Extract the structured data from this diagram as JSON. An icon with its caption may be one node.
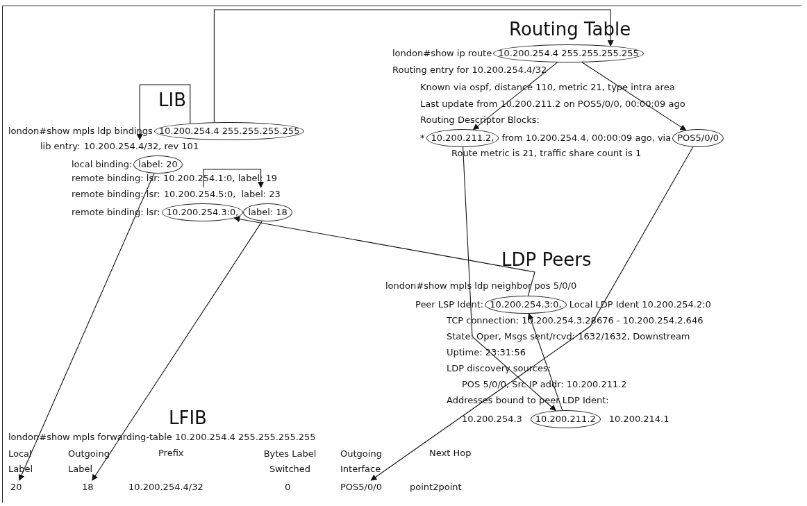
{
  "diagram": {
    "nodes": [
      {
        "text": [
          "10.200.254.4 255.255.255.255"
        ]
      },
      {
        "text": [
          "10.200.254.4/32"
        ]
      },
      {
        "text": [
          "label: 20"
        ]
      },
      {
        "text": [
          "10.200.254.5:0,"
        ]
      },
      {
        "text": [
          "label: 23"
        ]
      },
      {
        "text": [
          "10.200.254.3:0,"
        ]
      },
      {
        "text": [
          "label: 18"
        ]
      },
      {
        "text": [
          "10.200.254.4 255.255.255.255"
        ]
      },
      {
        "text": [
          "10.200.211.2,"
        ]
      },
      {
        "text": [
          "POS5/0/0"
        ]
      },
      {
        "text": [
          "10.200.254.3:0,"
        ]
      },
      {
        "text": [
          "10.200.211.2"
        ]
      },
      {
        "text": [
          "20"
        ]
      },
      {
        "text": [
          "18"
        ]
      },
      {
        "text": [
          "POS5/0/0"
        ]
      }
    ],
    "edges": [
      {
        "from": 0,
        "to": 7,
        "arrow": "to"
      },
      {
        "from": 0,
        "to": 1,
        "arrow": "to"
      },
      {
        "from": 3,
        "to": 4,
        "arrow": "to"
      },
      {
        "from": 2,
        "to": 12,
        "arrow": "to"
      },
      {
        "from": 6,
        "to": 13,
        "arrow": "to"
      },
      {
        "from": 7,
        "to": 8,
        "arrow": "to"
      },
      {
        "from": 7,
        "to": 9,
        "arrow": "to"
      },
      {
        "from": 8,
        "to": 11,
        "arrow": "to"
      },
      {
        "from": 9,
        "to": 14,
        "arrow": "to"
      },
      {
        "from": 10,
        "to": 5,
        "arrow": "to"
      },
      {
        "from": 11,
        "to": 10,
        "arrow": "to"
      }
    ],
    "labels": [
      "LIB",
      "london#show mpls ldp bindings",
      "lib entry:",
      ", rev 101",
      "local binding:",
      "remote binding: lsr: 10.200.254.1:0, label: 19",
      "remote binding: lsr:",
      "remote binding: lsr:",
      "Routing Table",
      "london#show ip route",
      "Routing entry for 10.200.254.4/32",
      "Known via ospf, distance 110, metric 21, type intra area",
      "Last update from 10.200.211.2 on POS5/0/0, 00:00:09 ago",
      "Routing Descriptor Blocks:",
      "*",
      "from 10.200.254.4, 00:00:09 ago, via",
      "Route metric is 21, traffic share count is 1",
      "LDP Peers",
      "london#show mpls ldp neighbor pos 5/0/0",
      "Peer LSP Ident:",
      "Local LDP Ident 10.200.254.2:0",
      "TCP connection: 10.200.254.3.28676 - 10.200.254.2.646",
      "State: Oper, Msgs sent/rcvd: 1632/1632, Downstream",
      "Uptime: 23:31:56",
      "LDP discovery sources:",
      "POS 5/0/0, Src IP addr: 10.200.211.2",
      "Addresses bound to peer LDP Ident:",
      "10.200.254.3",
      "10.200.214.1",
      "LFIB",
      "london#show mpls forwarding-table 10.200.254.4 255.255.255.255",
      "Local Label",
      "Outgoing Label",
      "Prefix",
      "Bytes Label Switched",
      "Outgoing Interface",
      "Next Hop",
      "10.200.254.4/32",
      "0",
      "point2point"
    ]
  }
}
